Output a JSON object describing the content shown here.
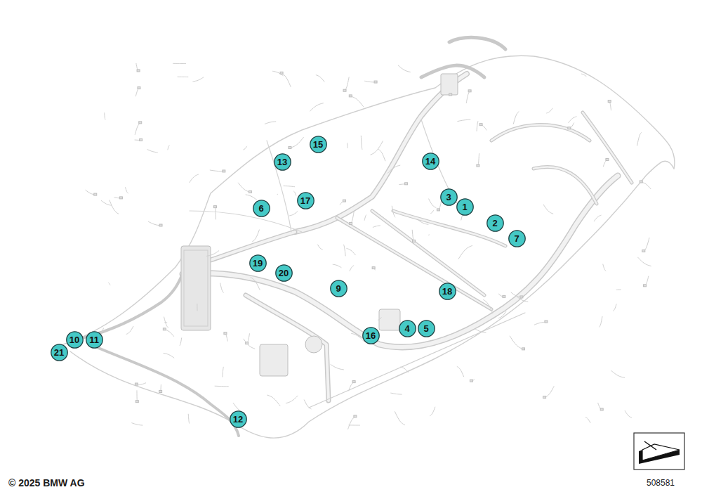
{
  "diagram": {
    "nodes": [
      {
        "text": [
          "1"
        ]
      },
      {
        "text": [
          "2"
        ]
      },
      {
        "text": [
          "3"
        ]
      },
      {
        "text": [
          "4"
        ]
      },
      {
        "text": [
          "5"
        ]
      },
      {
        "text": [
          "6"
        ]
      },
      {
        "text": [
          "7"
        ]
      },
      {
        "text": [
          "9"
        ]
      },
      {
        "text": [
          "10"
        ]
      },
      {
        "text": [
          "11"
        ]
      },
      {
        "text": [
          "12"
        ]
      },
      {
        "text": [
          "13"
        ]
      },
      {
        "text": [
          "14"
        ]
      },
      {
        "text": [
          "15"
        ]
      },
      {
        "text": [
          "16"
        ]
      },
      {
        "text": [
          "17"
        ]
      },
      {
        "text": [
          "18"
        ]
      },
      {
        "text": [
          "19"
        ]
      },
      {
        "text": [
          "20"
        ]
      },
      {
        "text": [
          "21"
        ]
      }
    ],
    "labels": [
      "© 2025 BMW AG",
      "508581"
    ]
  }
}
